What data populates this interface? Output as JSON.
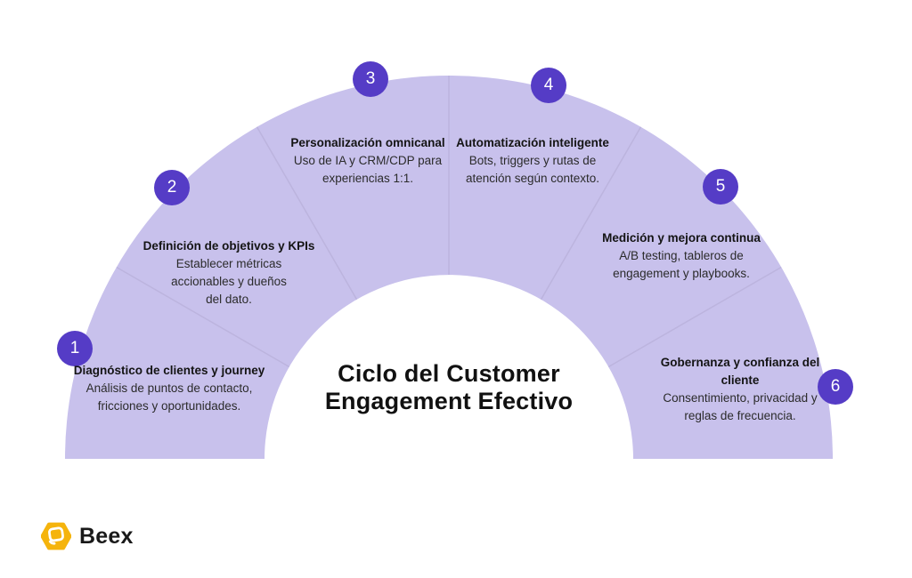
{
  "title": {
    "line1": "Ciclo del Customer",
    "line2": "Engagement Efectivo"
  },
  "brand": {
    "name": "Beex",
    "logo_icon": "beex-hexagon-icon",
    "logo_color": "#F5B40D"
  },
  "colors": {
    "background": "#FFFFFF",
    "arc_fill": "#C8C1EC",
    "segment_divider": "#BCB4DE",
    "badge_fill": "#553CC6",
    "badge_text": "#FFFFFF",
    "heading_text": "#141414",
    "body_text": "#2B2B2B"
  },
  "segments": [
    {
      "number": "1",
      "title": "Diagnóstico de clientes y journey",
      "desc_lines": [
        "Análisis de puntos de contacto,",
        "fricciones y oportunidades."
      ]
    },
    {
      "number": "2",
      "title": "Definición de objetivos y KPIs",
      "desc_lines": [
        "Establecer métricas",
        "accionables y dueños",
        "del dato."
      ]
    },
    {
      "number": "3",
      "title": "Personalización omnicanal",
      "desc_lines": [
        "Uso de IA y CRM/CDP para",
        "experiencias 1:1."
      ]
    },
    {
      "number": "4",
      "title": "Automatización inteligente",
      "desc_lines": [
        "Bots, triggers y rutas de",
        "atención según contexto."
      ]
    },
    {
      "number": "5",
      "title": "Medición y mejora continua",
      "desc_lines": [
        "A/B testing, tableros de",
        "engagement y playbooks."
      ]
    },
    {
      "number": "6",
      "title": "Gobernanza y confianza del cliente",
      "desc_lines": [
        "Consentimiento, privacidad y",
        "reglas de frecuencia."
      ]
    }
  ]
}
